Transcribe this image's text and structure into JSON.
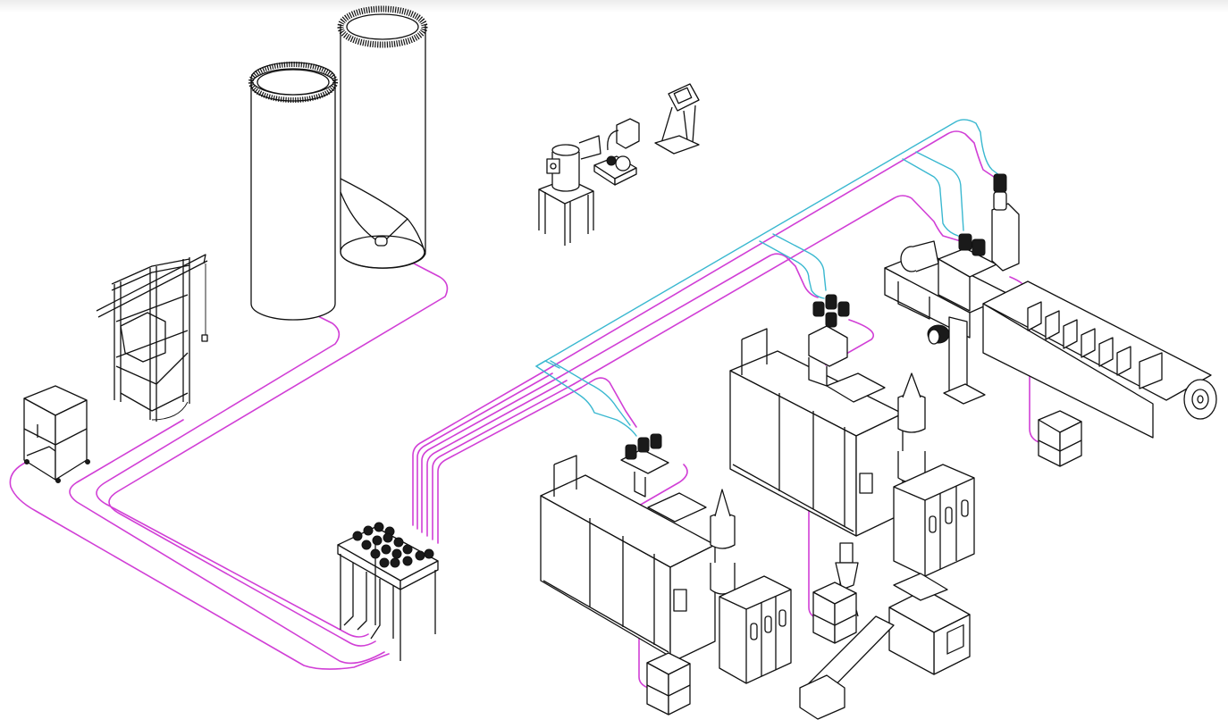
{
  "diagram": {
    "type": "isometric-plant-layout",
    "colors": {
      "background": "#ffffff",
      "line_art": "#111111",
      "vacuum_pipe": "#d13fd6",
      "return_pipe": "#3ab8d0"
    },
    "equipment": [
      {
        "id": "silo-left",
        "kind": "silo"
      },
      {
        "id": "silo-right",
        "kind": "silo-with-cone"
      },
      {
        "id": "bulk-bag-unloader",
        "kind": "frame"
      },
      {
        "id": "feed-station-left",
        "kind": "cart-hopper"
      },
      {
        "id": "central-manifold",
        "kind": "distribution-station"
      },
      {
        "id": "central-vacuum-unit",
        "kind": "filter-receiver"
      },
      {
        "id": "vacuum-pump",
        "kind": "blower"
      },
      {
        "id": "control-console",
        "kind": "hmi-stand"
      },
      {
        "id": "extruder-line-right",
        "kind": "twin-screw-extruder"
      },
      {
        "id": "moulding-machine-middle",
        "kind": "blow-molding-machine"
      },
      {
        "id": "moulding-machine-front",
        "kind": "blow-molding-machine"
      },
      {
        "id": "granulator-conveyor",
        "kind": "crusher-with-conveyor"
      },
      {
        "id": "feed-station-right",
        "kind": "cart-hopper"
      },
      {
        "id": "feed-station-middle",
        "kind": "cart-hopper"
      },
      {
        "id": "feed-station-front",
        "kind": "cart-hopper"
      }
    ]
  }
}
